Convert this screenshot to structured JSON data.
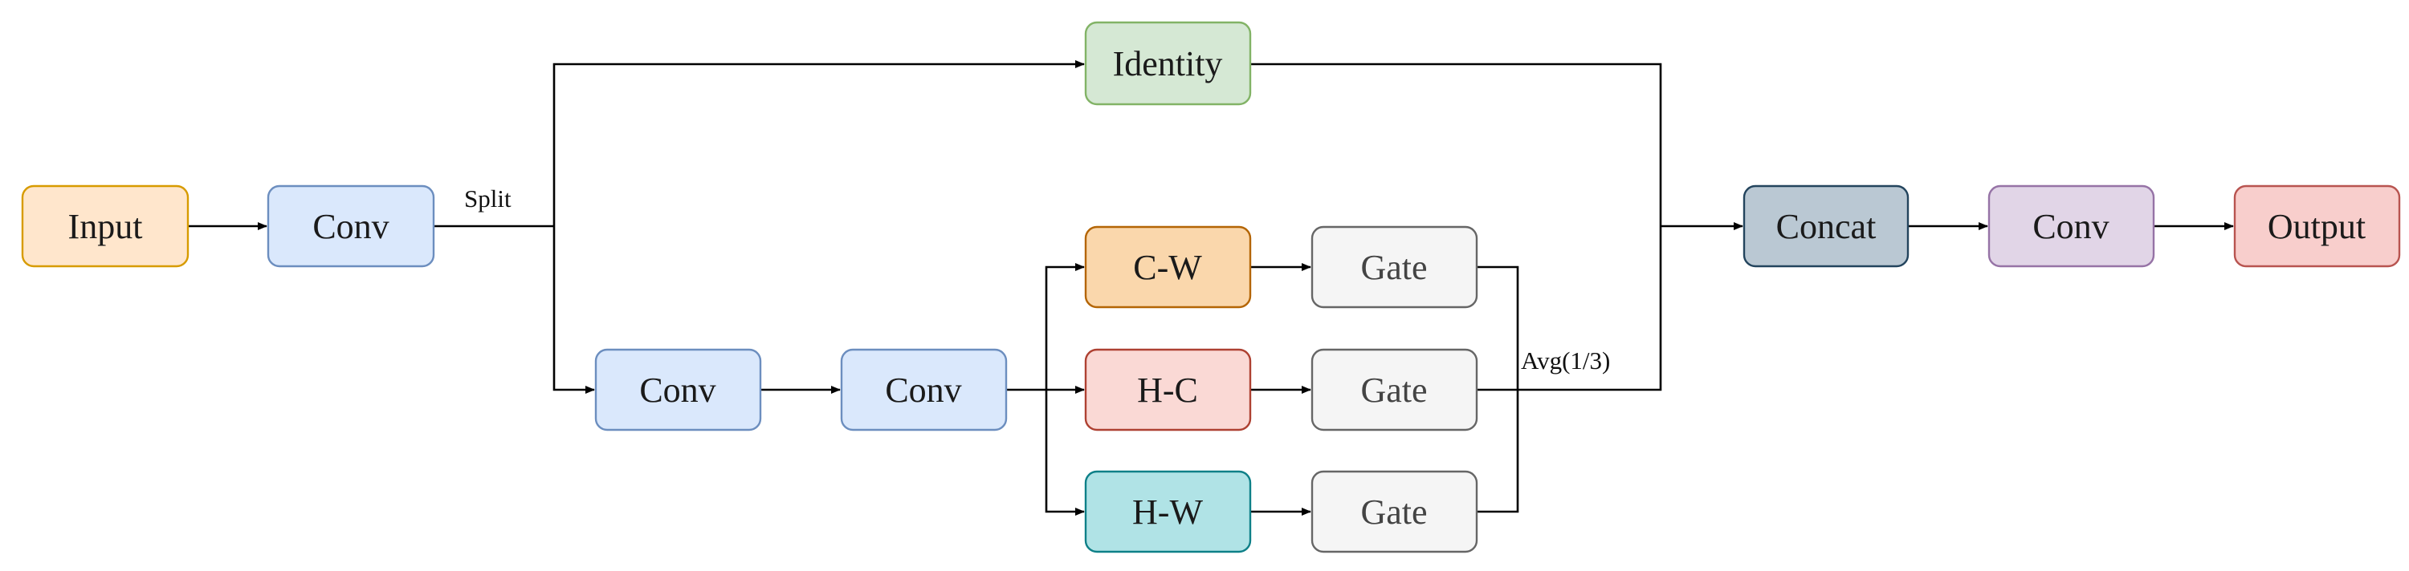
{
  "nodes": {
    "input": {
      "label": "Input",
      "fill": "#ffe6cc",
      "stroke": "#d79b00"
    },
    "conv1": {
      "label": "Conv",
      "fill": "#dae8fc",
      "stroke": "#6c8ebf"
    },
    "identity": {
      "label": "Identity",
      "fill": "#d5e8d4",
      "stroke": "#82b366"
    },
    "conv2": {
      "label": "Conv",
      "fill": "#dae8fc",
      "stroke": "#6c8ebf"
    },
    "conv3": {
      "label": "Conv",
      "fill": "#dae8fc",
      "stroke": "#6c8ebf"
    },
    "cw": {
      "label": "C-W",
      "fill": "#fad7ac",
      "stroke": "#b46504"
    },
    "hc": {
      "label": "H-C",
      "fill": "#fad9d5",
      "stroke": "#ae4132"
    },
    "hw": {
      "label": "H-W",
      "fill": "#b0e3e6",
      "stroke": "#0e8088"
    },
    "gate_cw": {
      "label": "Gate",
      "fill": "#f5f5f5",
      "stroke": "#666666"
    },
    "gate_hc": {
      "label": "Gate",
      "fill": "#f5f5f5",
      "stroke": "#666666"
    },
    "gate_hw": {
      "label": "Gate",
      "fill": "#f5f5f5",
      "stroke": "#666666"
    },
    "concat": {
      "label": "Concat",
      "fill": "#bac8d3",
      "stroke": "#23445d"
    },
    "conv4": {
      "label": "Conv",
      "fill": "#e1d5e7",
      "stroke": "#9673a6"
    },
    "output": {
      "label": "Output",
      "fill": "#f8cecc",
      "stroke": "#b85450"
    }
  },
  "edge_labels": {
    "split": "Split",
    "avg": "Avg(1/3)"
  }
}
